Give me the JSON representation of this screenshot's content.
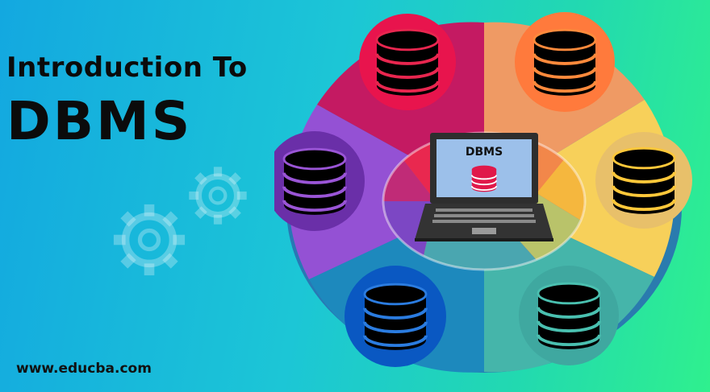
{
  "title": {
    "line1": "Introduction To",
    "line2": "DBMS"
  },
  "laptop_screen_label": "DBMS",
  "website": "www.educba.com",
  "icons": {
    "database": "database-icon",
    "laptop": "laptop-icon",
    "gear": "gear-icon"
  },
  "colors": {
    "segment_magenta": "#c2185b",
    "segment_orange": "#ef8b58",
    "segment_yellow": "#f7cf52",
    "segment_teal": "#3fb3a8",
    "segment_blue": "#1e86c1",
    "segment_purple": "#8e4dd0",
    "database_stroke_red": "#e8264f",
    "database_stroke_orange": "#ff8a3c",
    "database_stroke_yellow": "#ffc83a",
    "database_stroke_teal": "#4ac0b0",
    "database_stroke_blue": "#2b7ce0",
    "database_stroke_purple": "#9a55d6",
    "laptop_db_red": "#e0194a"
  }
}
